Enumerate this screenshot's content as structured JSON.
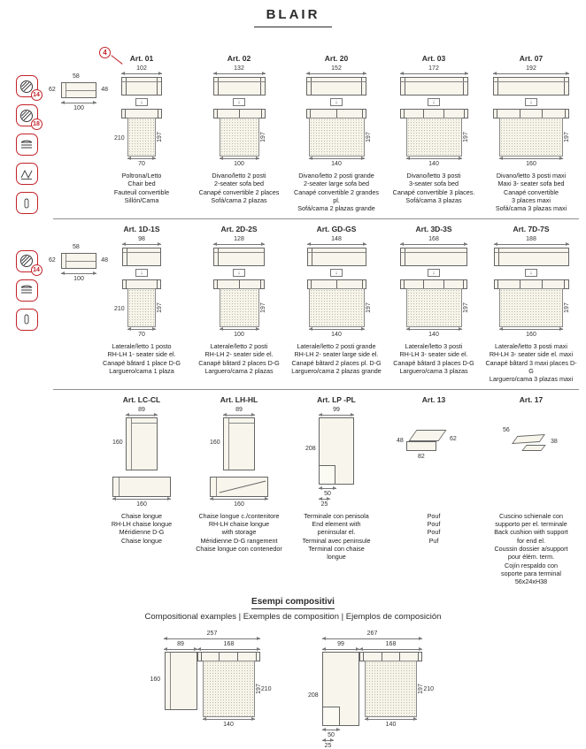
{
  "title": "BLAIR",
  "callout": {
    "label": "4"
  },
  "side_view": {
    "dim_left": "62",
    "dim_top": "58",
    "dim_right": "48",
    "dim_bottom": "100"
  },
  "icons": {
    "row1": [
      {
        "name": "mattress-roll",
        "num": "14"
      },
      {
        "name": "mattress-roll",
        "num": "18"
      },
      {
        "name": "fabric-layers",
        "num": ""
      },
      {
        "name": "mechanism",
        "num": ""
      },
      {
        "name": "leg",
        "num": ""
      }
    ],
    "row2": [
      {
        "name": "mattress-roll",
        "num": "14"
      },
      {
        "name": "fabric-layers",
        "num": ""
      },
      {
        "name": "leg",
        "num": ""
      }
    ]
  },
  "rows": [
    {
      "articles": [
        {
          "code": "Art. 01",
          "width": "102",
          "mattress_length": "197",
          "mattress_width": "70",
          "depth": "210",
          "desc": [
            "Poltrona/Letto",
            "Chair bed",
            "Fauteuil convertible",
            "Sillón/Cama"
          ]
        },
        {
          "code": "Art. 02",
          "width": "132",
          "mattress_length": "197",
          "mattress_width": "100",
          "desc": [
            "Divano/letto 2 posti",
            "2-seater sofa bed",
            "Canapé convertible 2 places",
            "Sofá/cama 2 plazas"
          ]
        },
        {
          "code": "Art. 20",
          "width": "152",
          "mattress_length": "197",
          "mattress_width": "140",
          "desc": [
            "Divano/letto 2 posti grande",
            "2-seater large sofa bed",
            "Canapé convertible 2 grandes pl.",
            "Sofá/cama 2 plazas grande"
          ]
        },
        {
          "code": "Art. 03",
          "width": "172",
          "mattress_length": "197",
          "mattress_width": "140",
          "desc": [
            "Divano/letto 3 posti",
            "3-seater sofa bed",
            "Canapé convertible 3 places.",
            "Sofá/cama 3 plazas"
          ]
        },
        {
          "code": "Art. 07",
          "width": "192",
          "mattress_length": "197",
          "mattress_width": "160",
          "desc": [
            "Divano/letto 3 posti maxi",
            "Maxi 3- seater sofa bed",
            "Canapé convertible",
            "3 places maxi",
            "Sofá/cama 3 plazas maxi"
          ]
        }
      ]
    },
    {
      "articles": [
        {
          "code": "Art. 1D-1S",
          "width": "98",
          "mattress_length": "197",
          "mattress_width": "70",
          "depth": "210",
          "desc": [
            "Laterale/letto 1 posto",
            "RH-LH 1- seater side el.",
            "Canapé bâtard 1 place D-G",
            "Larguero/cama 1 plaza"
          ]
        },
        {
          "code": "Art. 2D-2S",
          "width": "128",
          "mattress_length": "197",
          "mattress_width": "100",
          "desc": [
            "Laterale/letto 2 posti",
            "RH-LH 2- seater side el.",
            "Canapé bâtard 2 places D-G",
            "Larguero/cama 2 plazas"
          ]
        },
        {
          "code": "Art. GD-GS",
          "width": "148",
          "mattress_length": "197",
          "mattress_width": "140",
          "desc": [
            "Laterale/letto 2 posti grande",
            "RH-LH 2- seater large side el.",
            "Canapé bâtard 2 places pl. D-G",
            "Larguero/cama 2 plazas grande"
          ]
        },
        {
          "code": "Art. 3D-3S",
          "width": "168",
          "mattress_length": "197",
          "mattress_width": "140",
          "desc": [
            "Laterale/letto 3 posti",
            "RH-LH 3- seater side el.",
            "Canapé bâtard 3 places D-G",
            "Larguero/cama 3 plazas"
          ]
        },
        {
          "code": "Art. 7D-7S",
          "width": "188",
          "mattress_length": "197",
          "mattress_width": "160",
          "desc": [
            "Laterale/letto 3 posti maxi",
            "RH-LH 3- seater side el. maxi",
            "Canapé bâtard 3 maxi places D-G",
            "Larguero/cama 3 plazas maxi"
          ]
        }
      ]
    }
  ],
  "row3": [
    {
      "code": "Art. LC-CL",
      "dim_top": "89",
      "dim_side": "160",
      "dim_bottom": "160",
      "desc": [
        "Chaise longue",
        "RH-LH chaise longue",
        "Méridienne D-G",
        "Chaise longue"
      ]
    },
    {
      "code": "Art. LH-HL",
      "dim_top": "89",
      "dim_side": "160",
      "dim_bottom": "160",
      "desc": [
        "Chaise longue c./contenitore",
        "RH-LH chaise longue",
        "with storage",
        "Méridienne D-G rangement",
        "Chaise longue con contenedor"
      ]
    },
    {
      "code": "Art. LP -PL",
      "dim_top": "99",
      "dim_side": "208",
      "foot_w": "50",
      "foot_d": "25",
      "desc": [
        "Terminale con penisola",
        "End element with",
        "peninsular el.",
        "Terminal avec peninsule",
        "Terminal con chaise",
        "longue"
      ]
    },
    {
      "code": "Art. 13",
      "dim_left": "48",
      "dim_bottom": "82",
      "dim_right": "62",
      "desc": [
        "Pouf",
        "Pouf",
        "Pouf",
        "Puf"
      ]
    },
    {
      "code": "Art. 17",
      "dim_top": "56",
      "dim_right": "38",
      "desc": [
        "Cuscino schienale con",
        "supporto per el. terminale",
        "Back cushion with support",
        "for end el.",
        "Coussin dossier a/support",
        "pour élém. term.",
        "Cojín respaldo con",
        "soporte para terminal",
        "56x24xH38"
      ]
    }
  ],
  "examples": {
    "title": "Esempi compositivi",
    "subtitle": "Compositional examples | Exemples de composition | Ejemplos de composición",
    "left": {
      "total": "257",
      "part1": "89",
      "part2": "168",
      "side": "160",
      "mattress_length": "197",
      "depth": "210",
      "mattress_width": "140"
    },
    "right": {
      "total": "267",
      "part1": "99",
      "part2": "168",
      "side": "208",
      "foot_w": "50",
      "foot_d": "25",
      "mattress_length": "197",
      "depth": "210",
      "mattress_width": "140"
    }
  },
  "colors": {
    "accent_red": "#c2232a"
  }
}
